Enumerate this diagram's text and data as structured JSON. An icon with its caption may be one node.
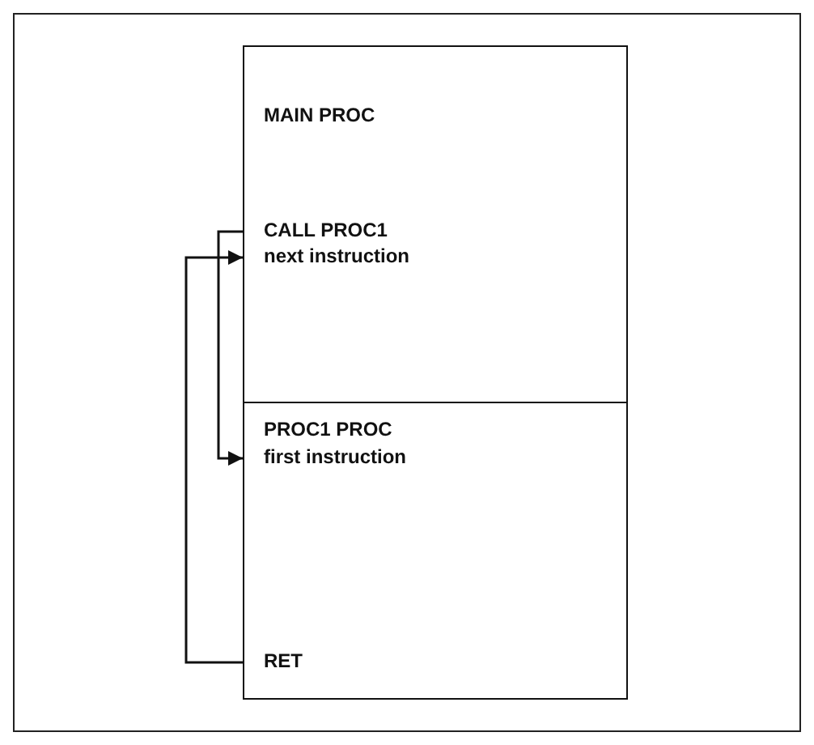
{
  "diagram": {
    "nodes": [
      {
        "text": [
          "MAIN PROC"
        ]
      },
      {
        "text": [
          "CALL PROC1"
        ],
        "in": 0
      },
      {
        "text": [
          "next instruction"
        ],
        "in": 0
      },
      {
        "text": [
          "PROC1 PROC"
        ]
      },
      {
        "text": [
          "first instruction"
        ],
        "in": 3
      },
      {
        "text": [
          "RET"
        ],
        "in": 3
      }
    ],
    "edges": [
      {
        "from": 1,
        "to": 4,
        "arrow": "to"
      },
      {
        "from": 5,
        "to": 2,
        "arrow": "to"
      }
    ]
  }
}
